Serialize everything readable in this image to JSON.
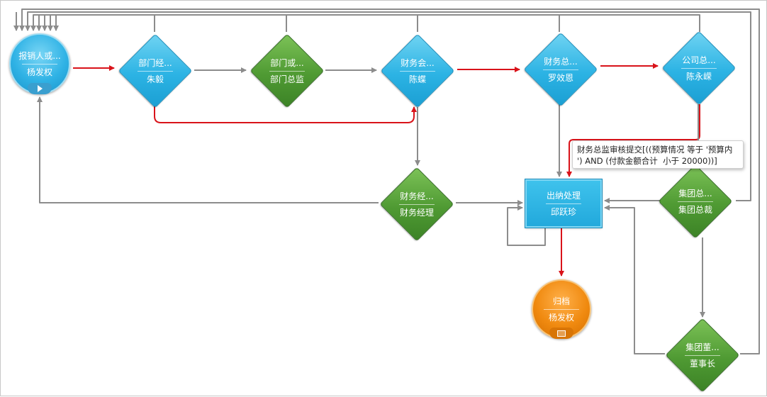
{
  "colors": {
    "flow_gray": "#8c8c8c",
    "flow_red": "#d9131a",
    "blue": "#2cb3e4",
    "green": "#4f9a33",
    "orange": "#f08a10"
  },
  "nodes": {
    "start": {
      "line1": "报销人或...",
      "line2": "杨发权",
      "icon": "play-icon"
    },
    "dept_manager": {
      "line1": "部门经...",
      "line2": "朱毅"
    },
    "dept_director": {
      "line1": "部门或...",
      "line2": "部门总监"
    },
    "finance_accountant": {
      "line1": "财务会...",
      "line2": "陈蝶"
    },
    "finance_director": {
      "line1": "财务总...",
      "line2": "罗效恩"
    },
    "company_ceo": {
      "line1": "公司总...",
      "line2": "陈永嵘"
    },
    "finance_manager": {
      "line1": "财务经...",
      "line2": "财务经理"
    },
    "cashier": {
      "line1": "出纳处理",
      "line2": "邱跃珍"
    },
    "group_president": {
      "line1": "集团总...",
      "line2": "集团总裁"
    },
    "archive": {
      "line1": "归档",
      "line2": "杨发权",
      "icon": "archive-icon"
    },
    "chairman": {
      "line1": "集团董...",
      "line2": "董事长"
    }
  },
  "condition_label": {
    "line1": "财务总监审核提交[((预算情况 等于 '预算内",
    "line2": "') AND (付款金额合计  小于 20000))]"
  }
}
